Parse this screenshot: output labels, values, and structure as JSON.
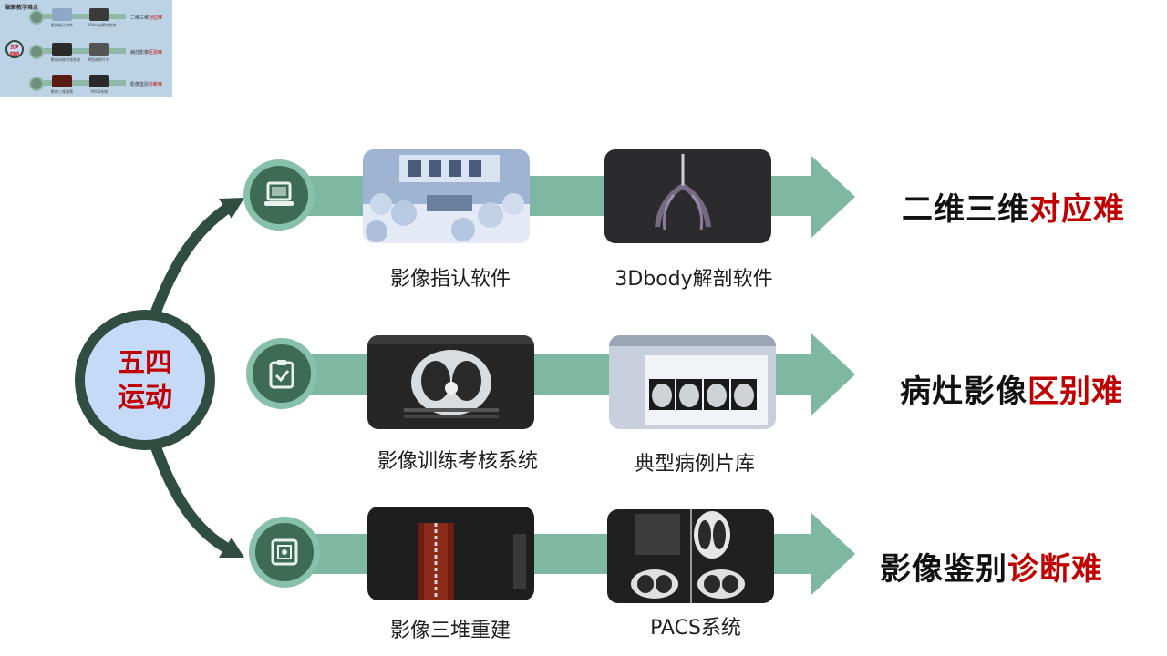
{
  "thumbnail": {
    "title": "破解教学难点",
    "hub_lines": [
      "五步",
      "四动"
    ],
    "rows": [
      {
        "caps": [
          "影像指认软件",
          "3Dbody解剖软件"
        ],
        "label_plain": "二维三维",
        "label_hl": "对应难"
      },
      {
        "caps": [
          "影像训练考核系统",
          "典型病例片库"
        ],
        "label_plain": "病灶影像",
        "label_hl": "区别难"
      },
      {
        "caps": [
          "影像三堆重建",
          "PACS系统"
        ],
        "label_plain": "影像鉴别",
        "label_hl": "诊断难"
      }
    ]
  },
  "hub": {
    "line1": "五四",
    "line2": "运动"
  },
  "rows": [
    {
      "icon": "laptop-icon",
      "captions": [
        "影像指认软件",
        "3Dbody解剖软件"
      ],
      "result_plain": "二维三维",
      "result_hl": "对应难"
    },
    {
      "icon": "clipboard-check-icon",
      "captions": [
        "影像训练考核系统",
        "典型病例片库"
      ],
      "result_plain": "病灶影像",
      "result_hl": "区别难"
    },
    {
      "icon": "scan-frame-icon",
      "captions": [
        "影像三堆重建",
        "PACS系统"
      ],
      "result_plain": "影像鉴别",
      "result_hl": "诊断难"
    }
  ],
  "colors": {
    "band": "#7fb8a2",
    "node": "#3d6b56",
    "hub_fill": "#c5daf7",
    "hub_ring": "#2f4d40",
    "highlight": "#c00000"
  }
}
